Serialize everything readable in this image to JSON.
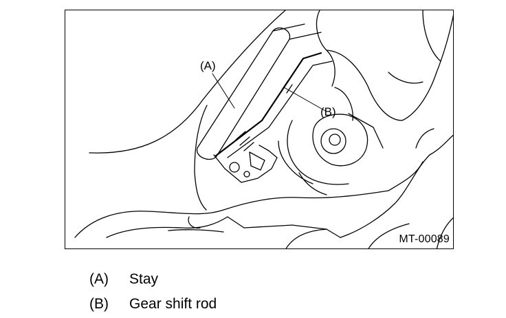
{
  "figure": {
    "id": "MT-00089",
    "callouts": {
      "a": "(A)",
      "b": "(B)"
    }
  },
  "legend": [
    {
      "key": "(A)",
      "label": "Stay"
    },
    {
      "key": "(B)",
      "label": "Gear shift rod"
    }
  ]
}
